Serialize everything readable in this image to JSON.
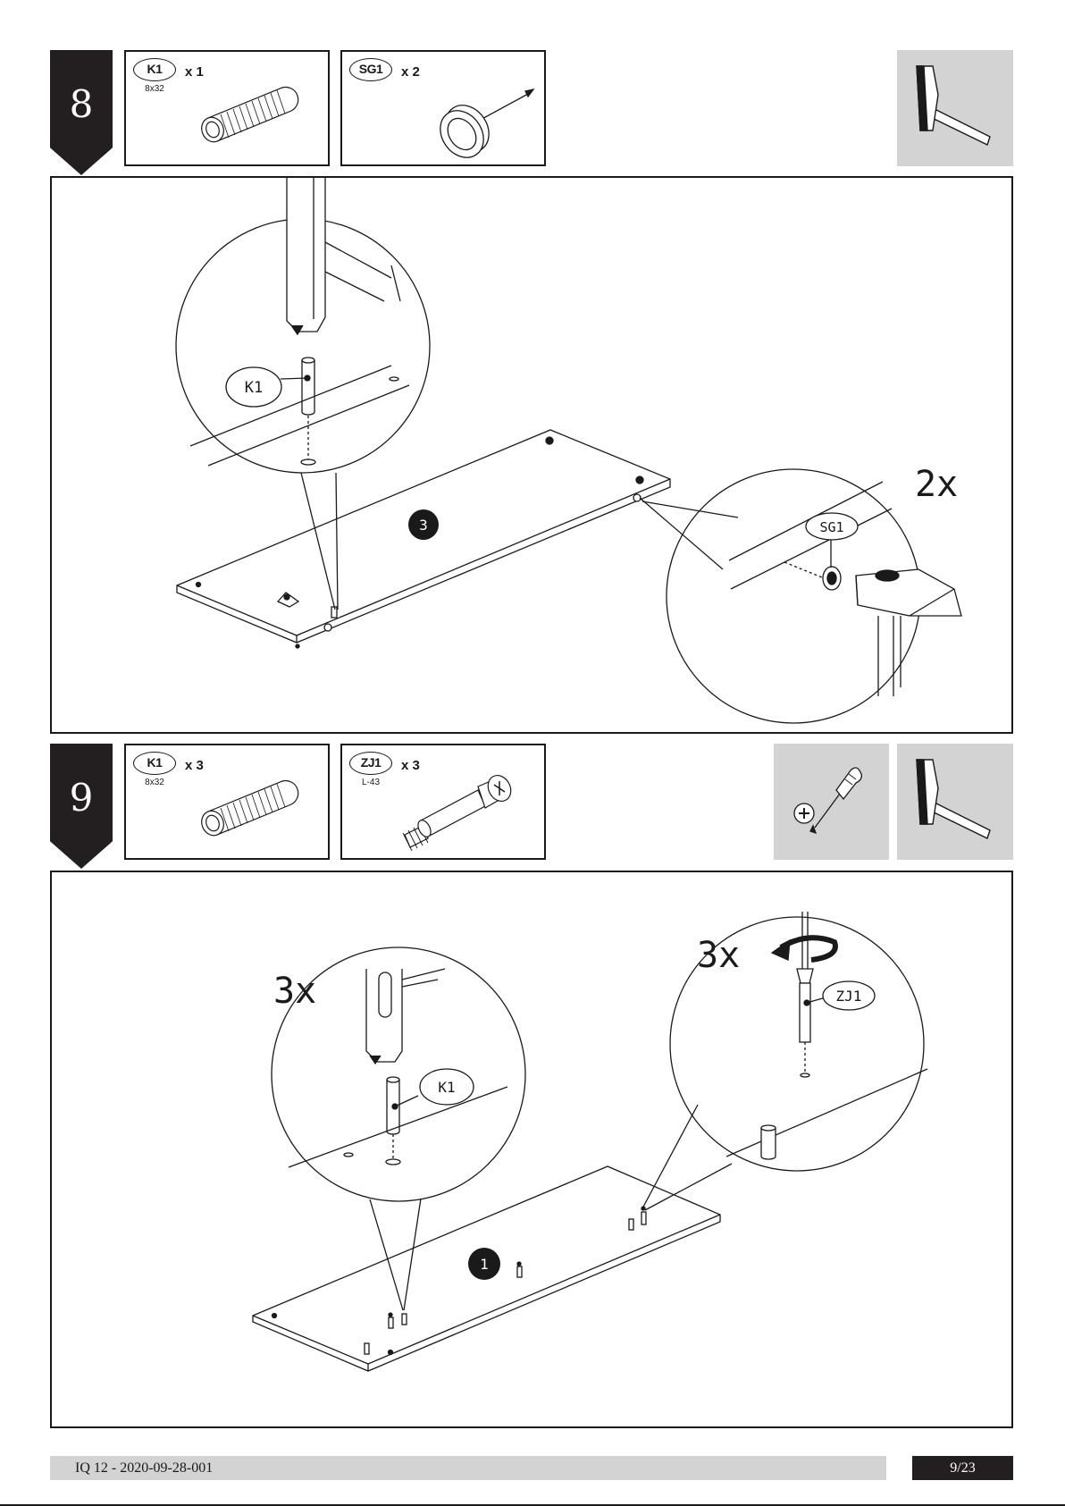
{
  "steps": [
    {
      "number": "8",
      "parts": [
        {
          "code": "K1",
          "qty": "x 1",
          "size": "8x32",
          "icon": "dowel-icon"
        },
        {
          "code": "SG1",
          "qty": "x 2",
          "size": "",
          "icon": "glide-nail-icon"
        }
      ],
      "tools": [
        "hammer-icon"
      ],
      "callouts": {
        "left_part": "K1",
        "right_part": "SG1",
        "right_count": "2x",
        "panel_id": "3"
      }
    },
    {
      "number": "9",
      "parts": [
        {
          "code": "K1",
          "qty": "x 3",
          "size": "8x32",
          "icon": "dowel-icon"
        },
        {
          "code": "ZJ1",
          "qty": "x 3",
          "size": "L-43",
          "icon": "cam-bolt-icon"
        }
      ],
      "tools": [
        "screwdriver-icon",
        "hammer-icon"
      ],
      "callouts": {
        "left_part": "K1",
        "left_count": "3x",
        "right_part": "ZJ1",
        "right_count": "3x",
        "panel_id": "1"
      }
    }
  ],
  "footer": {
    "doc_id": "IQ 12 - 2020-09-28-001",
    "page": "9/23"
  },
  "colors": {
    "ink": "#1a1a1a",
    "marker": "#231f20",
    "tool_bg": "#d3d3d3"
  }
}
